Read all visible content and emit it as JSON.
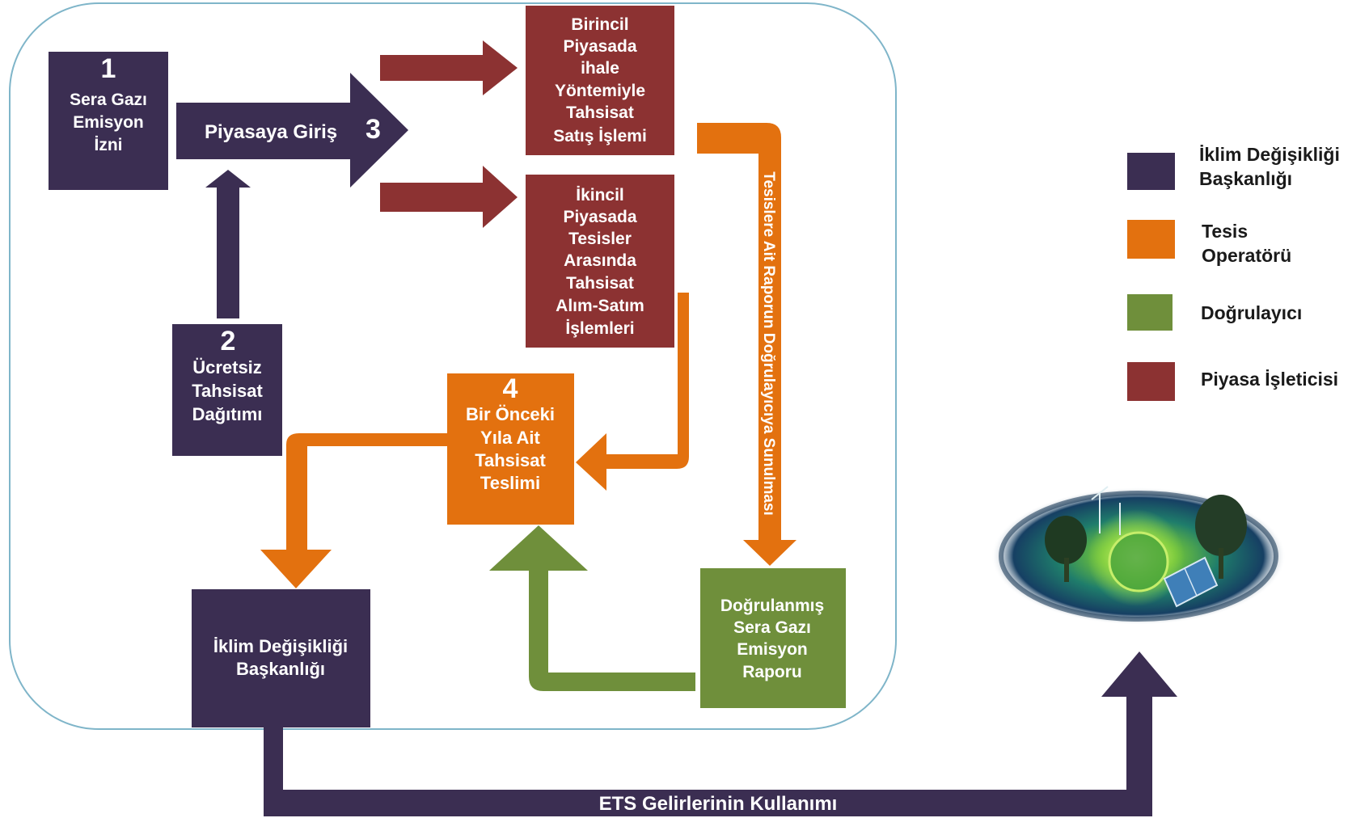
{
  "colors": {
    "purple": "#3b2e52",
    "orange": "#e3710f",
    "green": "#6f8f3b",
    "red": "#8c3232",
    "frame": "#7fb5c9"
  },
  "boxes": {
    "emission_permit": {
      "number": "1",
      "lines": [
        "Sera Gazı",
        "Emisyon",
        "İzni"
      ]
    },
    "free_allocation": {
      "number": "2",
      "lines": [
        "Ücretsiz",
        "Tahsisat",
        "Dağıtımı"
      ]
    },
    "market_entry": {
      "label": "Piyasaya Giriş",
      "number": "3"
    },
    "primary_market": {
      "lines": [
        "Birincil",
        "Piyasada",
        "ihale",
        "Yöntemiyle",
        "Tahsisat",
        "Satış İşlemi"
      ]
    },
    "secondary_market": {
      "lines": [
        "İkincil",
        "Piyasada",
        "Tesisler",
        "Arasında",
        "Tahsisat",
        "Alım-Satım",
        "İşlemleri"
      ]
    },
    "surrender": {
      "number": "4",
      "lines": [
        "Bir Önceki",
        "Yıla Ait",
        "Tahsisat",
        "Teslimi"
      ]
    },
    "verified_report": {
      "lines": [
        "Doğrulanmış",
        "Sera Gazı",
        "Emisyon",
        "Raporu"
      ]
    },
    "ministry": {
      "lines": [
        "İklim Değişikliği",
        "Başkanlığı"
      ]
    }
  },
  "vertical_label": "Tesislere Ait Raporun Doğrulayıcıya Sunulması",
  "bottom_label": "ETS Gelirlerinin Kullanımı",
  "legend": [
    {
      "color": "purple",
      "lines": [
        "İklim Değişikliği",
        "Başkanlığı"
      ]
    },
    {
      "color": "orange",
      "lines": [
        "Tesis",
        "Operatörü"
      ]
    },
    {
      "color": "green",
      "lines": [
        "Doğrulayıcı"
      ]
    },
    {
      "color": "red",
      "lines": [
        "Piyasa İşleticisi"
      ]
    }
  ],
  "globe_image": "climate-globe-image"
}
